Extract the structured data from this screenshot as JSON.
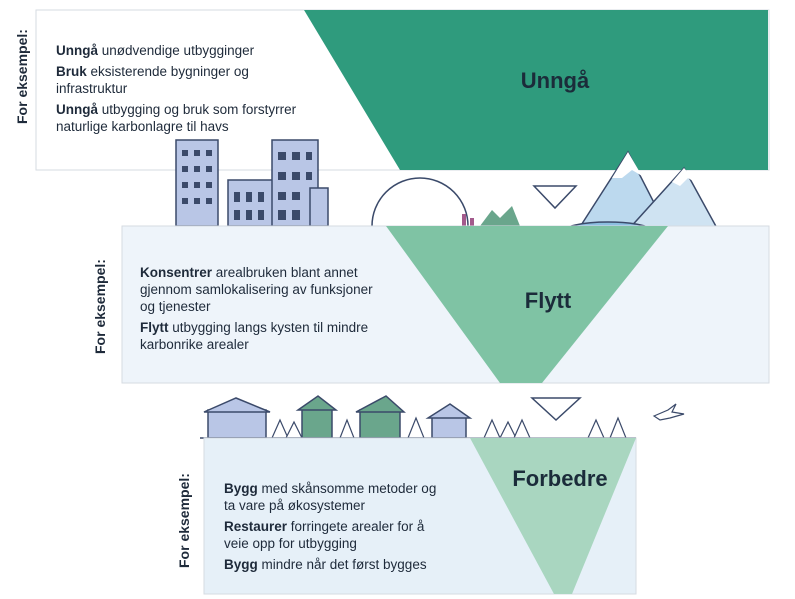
{
  "side_label": "For eksempel:",
  "stages": [
    {
      "title": "Unngå",
      "items": [
        {
          "bold": "Unngå",
          "text": " unødvendige utbygginger"
        },
        {
          "bold": "Bruk",
          "text": " eksisterende bygninger og infrastruktur"
        },
        {
          "bold": "Unngå",
          "text": " utbygging og bruk som forstyrrer naturlige karbonlagre til havs"
        }
      ]
    },
    {
      "title": "Flytt",
      "items": [
        {
          "bold": "Konsentrer",
          "text": " arealbruken blant annet gjennom samlokalisering av funksjoner og tjenester"
        },
        {
          "bold": "Flytt",
          "text": " utbygging langs kysten til mindre karbonrike arealer"
        }
      ]
    },
    {
      "title": "Forbedre",
      "items": [
        {
          "bold": "Bygg",
          "text": " med skånsomme metoder og ta vare på økosystemer"
        },
        {
          "bold": "Restaurer",
          "text": " forringete arealer for å veie opp for utbygging"
        },
        {
          "bold": "Bygg",
          "text": " mindre når det først bygges"
        }
      ]
    }
  ],
  "colors": {
    "panel1": "#ffffff",
    "panel2": "#eef4fa",
    "panel3": "#e6f0f8",
    "triangle1": "#2f9b7d",
    "triangle2": "#7fc3a4",
    "triangle3": "#a9d6c0",
    "outline": "#3b4a6a"
  }
}
